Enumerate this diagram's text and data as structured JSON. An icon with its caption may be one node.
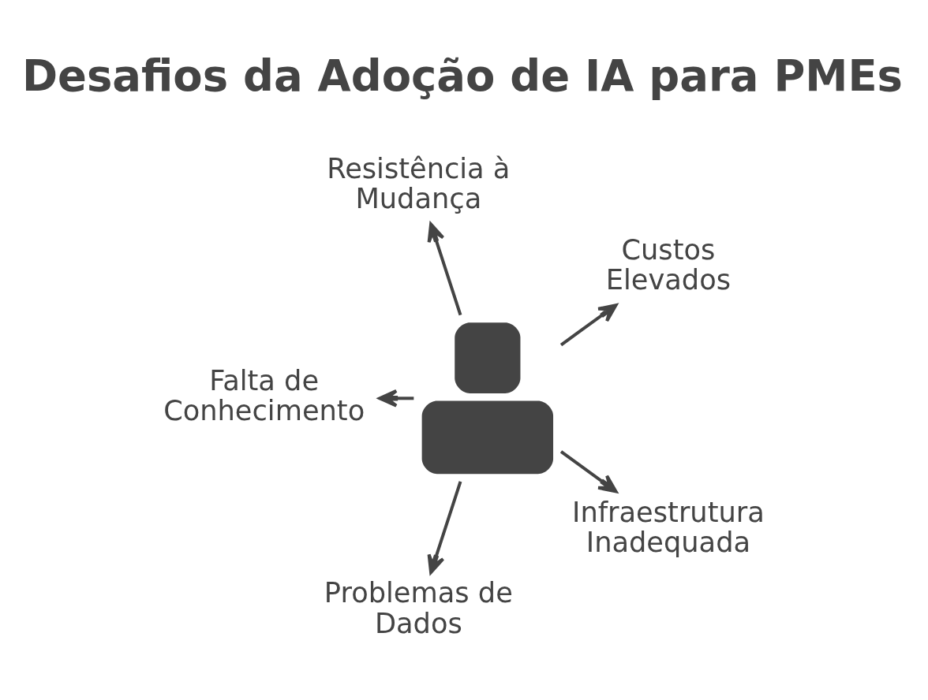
{
  "diagram": {
    "title": "Desafios da Adoção de IA para PMEs",
    "nodes": [
      {
        "text": [
          "Resistência à Mudança"
        ]
      },
      {
        "text": [
          "Custos Elevados"
        ]
      },
      {
        "text": [],
        "shape": "picture"
      },
      {
        "text": [
          "Falta de Conhecimento"
        ]
      },
      {
        "text": [
          "Infraestrutura Inadequada"
        ]
      },
      {
        "text": [
          "Problemas de Dados"
        ]
      }
    ],
    "edges": [
      {
        "from": 2,
        "to": 1,
        "arrow": "to"
      },
      {
        "from": 2,
        "to": 0,
        "arrow": "to"
      },
      {
        "from": 2,
        "to": 3,
        "arrow": "to"
      },
      {
        "from": 2,
        "to": 5,
        "arrow": "to"
      },
      {
        "from": 2,
        "to": 4,
        "arrow": "to"
      }
    ]
  }
}
